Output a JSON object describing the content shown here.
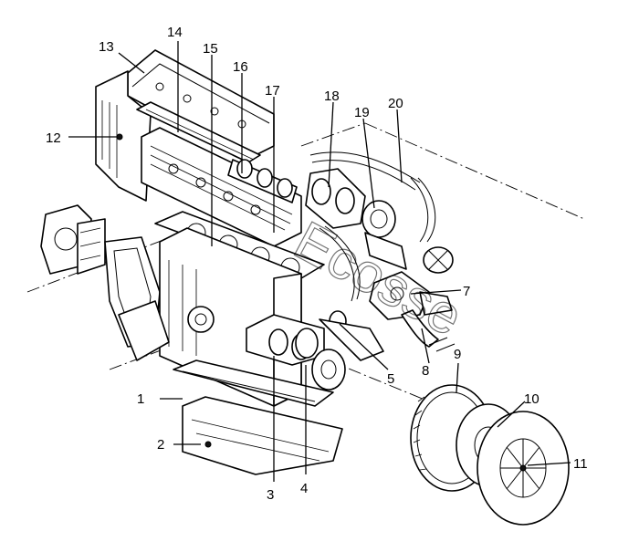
{
  "callouts": [
    {
      "id": "1",
      "label": "1"
    },
    {
      "id": "2",
      "label": "2"
    },
    {
      "id": "3",
      "label": "3"
    },
    {
      "id": "4",
      "label": "4"
    },
    {
      "id": "5",
      "label": "5"
    },
    {
      "id": "7",
      "label": "7"
    },
    {
      "id": "8",
      "label": "8"
    },
    {
      "id": "9",
      "label": "9"
    },
    {
      "id": "10",
      "label": "10"
    },
    {
      "id": "11",
      "label": "11"
    },
    {
      "id": "12",
      "label": "12"
    },
    {
      "id": "13",
      "label": "13"
    },
    {
      "id": "14",
      "label": "14"
    },
    {
      "id": "15",
      "label": "15"
    },
    {
      "id": "16",
      "label": "16"
    },
    {
      "id": "17",
      "label": "17"
    },
    {
      "id": "18",
      "label": "18"
    },
    {
      "id": "19",
      "label": "19"
    },
    {
      "id": "20",
      "label": "20"
    }
  ],
  "watermark": {
    "text": "Ecosse"
  }
}
